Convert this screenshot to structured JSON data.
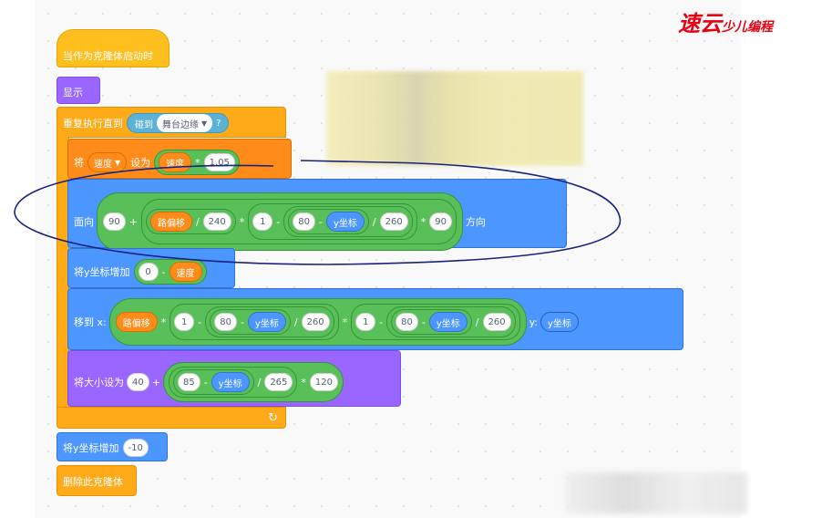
{
  "logo": {
    "text": "速云",
    "sub": "少儿编程"
  },
  "hat": {
    "label": "当作为克隆体启动时"
  },
  "show": {
    "label": "显示"
  },
  "repeat": {
    "label": "重复执行直到",
    "touching": "碰到",
    "target": "舞台边缘",
    "question": "?"
  },
  "setvar": {
    "prefix": "将",
    "var": "速度",
    "mid": "设为",
    "ref": "速度",
    "op": "*",
    "value": "1.05"
  },
  "point": {
    "prefix": "面向",
    "a": "90",
    "plus": "+",
    "path": "路偏移",
    "div1": "/",
    "v240": "240",
    "mul1": "*",
    "one": "1",
    "minus1": "-",
    "v80": "80",
    "minus2": "-",
    "ycoord": "y坐标",
    "div2": "/",
    "v260": "260",
    "mul2": "*",
    "v90": "90",
    "suffix": "方向"
  },
  "changey1": {
    "label": "将y坐标增加",
    "zero": "0",
    "minus": "-",
    "var": "速度"
  },
  "goto": {
    "label": "移到 x:",
    "path": "路偏移",
    "mul1": "*",
    "one1": "1",
    "m1": "-",
    "v80a": "80",
    "m2": "-",
    "y1": "y坐标",
    "d1": "/",
    "v260a": "260",
    "mul2": "*",
    "one2": "1",
    "m3": "-",
    "v80b": "80",
    "m4": "-",
    "y2": "y坐标",
    "d2": "/",
    "v260b": "260",
    "ylabel": "y:",
    "y3": "y坐标"
  },
  "size": {
    "label": "将大小设为",
    "v40": "40",
    "plus": "+",
    "v85": "85",
    "minus": "-",
    "ycoord": "y坐标",
    "div": "/",
    "v265": "265",
    "mul": "*",
    "v120": "120"
  },
  "loop_arrow": "↻",
  "changey2": {
    "label": "将y坐标增加",
    "value": "-10"
  },
  "delete": {
    "label": "删除此克隆体"
  },
  "colors": {
    "event": "#ffbf1f",
    "looks": "#9966ff",
    "control": "#ffab19",
    "motion": "#4c97ff",
    "variable": "#ff8c1a",
    "operator": "#59c059",
    "sensing": "#5cb1d6",
    "annotation": "#1a237e"
  }
}
